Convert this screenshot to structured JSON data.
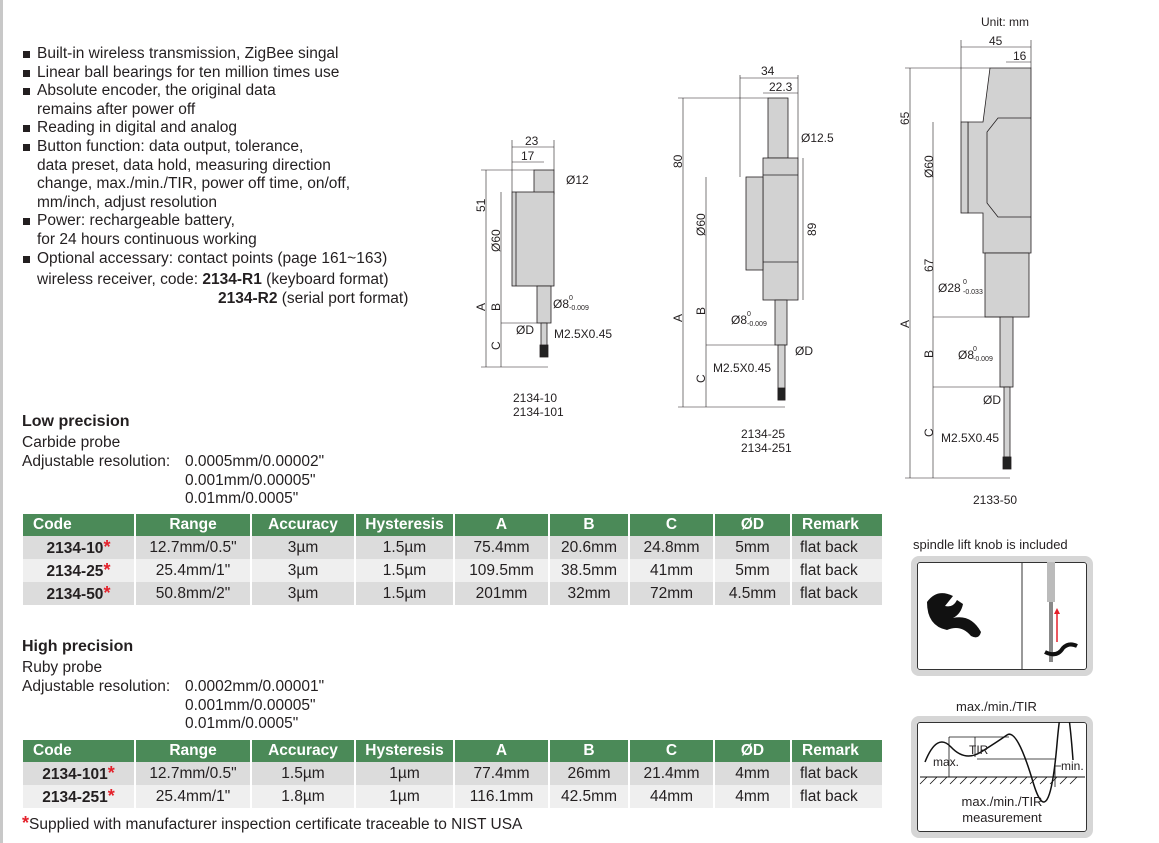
{
  "features": [
    [
      "Built-in wireless transmission, ZigBee singal"
    ],
    [
      "Linear ball bearings for ten million times use"
    ],
    [
      "Absolute encoder, the original data",
      "remains after power off"
    ],
    [
      "Reading in digital and analog"
    ],
    [
      "Button function: data output, tolerance,",
      "data preset, data hold, measuring direction",
      "change, max./min./TIR, power off time, on/off,",
      "mm/inch, adjust resolution"
    ],
    [
      "Power: rechargeable battery,",
      "for 24 hours continuous working"
    ],
    [
      "Optional accessary: contact points (page 161~163)"
    ]
  ],
  "receiver": {
    "prefix": "wireless receiver, code: ",
    "code1": "2134-R1",
    "fmt1": " (keyboard format)",
    "code2": "2134-R2",
    "fmt2": " (serial port format)"
  },
  "low": {
    "title": "Low precision",
    "probe": "Carbide probe",
    "res_label": "Adjustable resolution:",
    "res": [
      "0.0005mm/0.00002\"",
      "0.001mm/0.00005\"",
      "0.01mm/0.0005\""
    ]
  },
  "high": {
    "title": "High precision",
    "probe": "Ruby probe",
    "res_label": "Adjustable resolution:",
    "res": [
      "0.0002mm/0.00001\"",
      "0.001mm/0.00005\"",
      "0.01mm/0.0005\""
    ]
  },
  "headers": [
    "Code",
    "Range",
    "Accuracy",
    "Hysteresis",
    "A",
    "B",
    "C",
    "ØD",
    "Remark"
  ],
  "low_rows": [
    [
      "2134-10",
      "12.7mm/0.5\"",
      "3µm",
      "1.5µm",
      "75.4mm",
      "20.6mm",
      "24.8mm",
      "5mm",
      "flat back"
    ],
    [
      "2134-25",
      "25.4mm/1\"",
      "3µm",
      "1.5µm",
      "109.5mm",
      "38.5mm",
      "41mm",
      "5mm",
      "flat back"
    ],
    [
      "2134-50",
      "50.8mm/2\"",
      "3µm",
      "1.5µm",
      "201mm",
      "32mm",
      "72mm",
      "4.5mm",
      "flat back"
    ]
  ],
  "high_rows": [
    [
      "2134-101",
      "12.7mm/0.5\"",
      "1.5µm",
      "1µm",
      "77.4mm",
      "26mm",
      "21.4mm",
      "4mm",
      "flat back"
    ],
    [
      "2134-251",
      "25.4mm/1\"",
      "1.8µm",
      "1µm",
      "116.1mm",
      "42.5mm",
      "44mm",
      "4mm",
      "flat back"
    ]
  ],
  "star": "*",
  "footnote": "Supplied with manufacturer inspection certificate traceable to NIST USA",
  "unit": "Unit: mm",
  "d1": {
    "w1": "23",
    "w2": "17",
    "dia_stem": "Ø12",
    "h": "51",
    "face": "Ø60",
    "a": "A",
    "b": "B",
    "c": "C",
    "spindle": "Ø8",
    "tol": "0",
    "tol2": "-0.009",
    "od": "ØD",
    "thread": "M2.5X0.45",
    "model1": "2134-10",
    "model2": "2134-101"
  },
  "d2": {
    "w1": "34",
    "w2": "22.3",
    "dia_stem": "Ø12.5",
    "h": "80",
    "face": "Ø60",
    "h2": "89",
    "a": "A",
    "b": "B",
    "c": "C",
    "spindle": "Ø8",
    "tol": "0",
    "tol2": "-0.009",
    "od": "ØD",
    "thread": "M2.5X0.45",
    "model1": "2134-25",
    "model2": "2134-251"
  },
  "d3": {
    "w1": "45",
    "w2": "16",
    "h": "65",
    "face": "Ø60",
    "h2": "67",
    "cyl": "Ø28",
    "ctol": "0",
    "ctol2": "-0.033",
    "a": "A",
    "b": "B",
    "c": "C",
    "spindle": "Ø8",
    "tol": "0",
    "tol2": "-0.009",
    "od": "ØD",
    "thread": "M2.5X0.45",
    "model": "2133-50"
  },
  "knob": {
    "title": "spindle lift knob is included"
  },
  "tir": {
    "title": "max./min./TIR",
    "max": "max.",
    "tir": "TIR",
    "min": "min.",
    "cap1": "max./min./TIR",
    "cap2": "measurement"
  },
  "colors": {
    "header": "#4b8a58",
    "star": "#e4202a",
    "part": "#d2d2d2"
  }
}
